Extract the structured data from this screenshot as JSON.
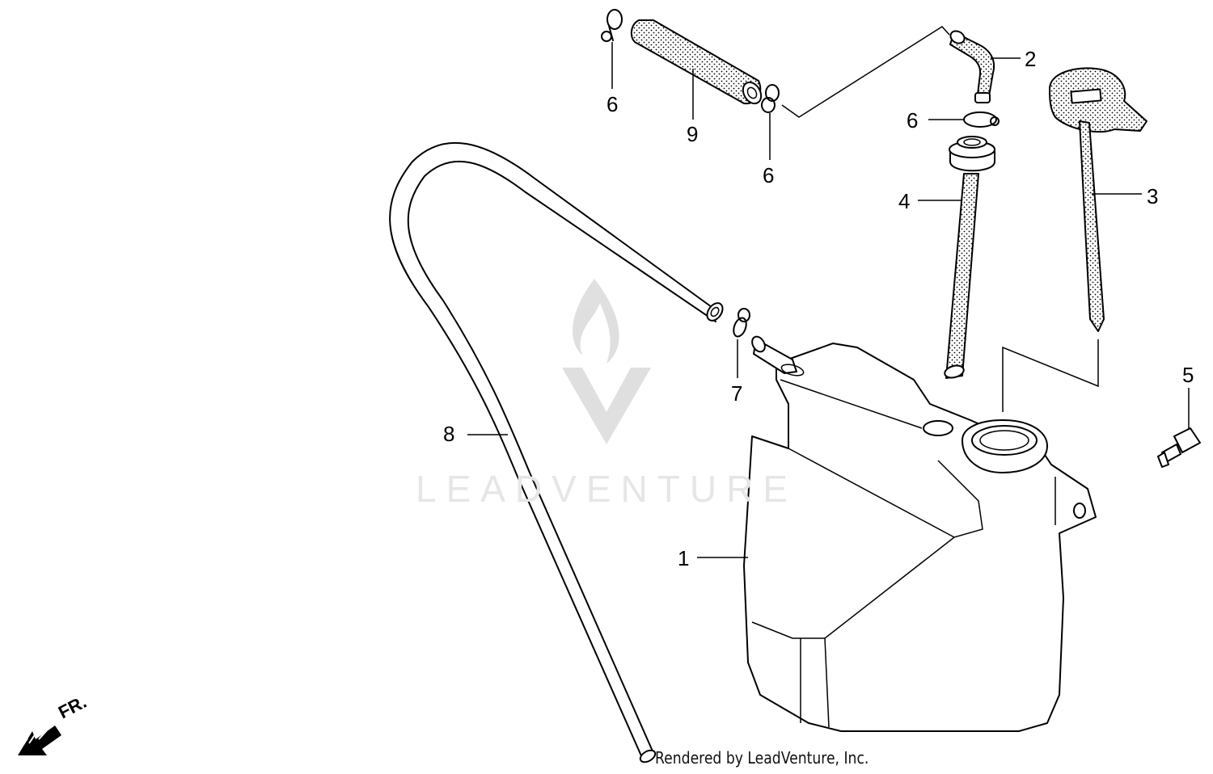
{
  "watermark": {
    "text": "LEADVENTURE"
  },
  "credit": {
    "text": "Rendered by LeadVenture, Inc."
  },
  "direction": {
    "label": "FR.",
    "icon": "front-direction-arrow-icon"
  },
  "callouts": {
    "c1": "1",
    "c2": "2",
    "c3": "3",
    "c4": "4",
    "c5": "5",
    "c6a": "6",
    "c6b": "6",
    "c6c": "6",
    "c7": "7",
    "c8": "8",
    "c9": "9"
  },
  "colors": {
    "line": "#000000",
    "background": "#ffffff",
    "watermark": "#e6e6e6"
  }
}
